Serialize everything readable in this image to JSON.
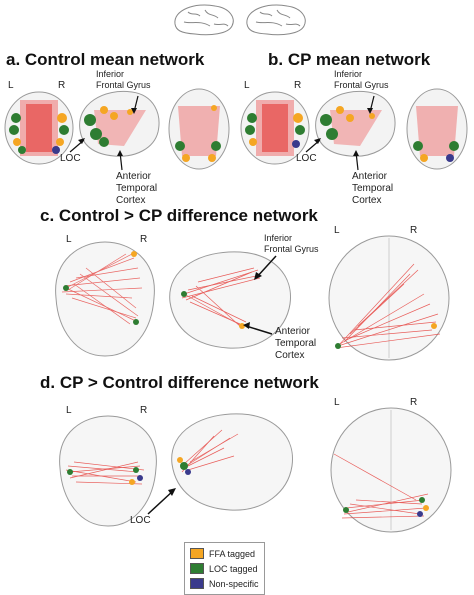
{
  "panels": {
    "a": {
      "title": "a. Control mean network",
      "left_label": "L",
      "right_label": "R",
      "annotations": {
        "ifg": "Inferior\nFrontal Gyrus",
        "loc": "LOC",
        "atc": "Anterior\nTemporal\nCortex"
      }
    },
    "b": {
      "title": "b. CP mean network",
      "left_label": "L",
      "right_label": "R",
      "annotations": {
        "ifg": "Inferior\nFrontal Gyrus",
        "loc": "LOC",
        "atc": "Anterior\nTemporal\nCortex"
      }
    },
    "c": {
      "title": "c. Control > CP difference network",
      "left_label": "L",
      "right_label": "R",
      "top_left_label": "L",
      "top_right_label": "R",
      "annotations": {
        "ifg": "Inferior\nFrontal Gyrus",
        "atc": "Anterior\nTemporal\nCortex"
      }
    },
    "d": {
      "title": "d. CP > Control difference network",
      "left_label": "L",
      "right_label": "R",
      "top_left_label": "L",
      "top_right_label": "R",
      "annotations": {
        "loc": "LOC"
      }
    }
  },
  "legend": {
    "items": [
      {
        "label": "FFA tagged",
        "color": "#f5a623"
      },
      {
        "label": "LOC tagged",
        "color": "#2e7d32"
      },
      {
        "label": "Non-specific",
        "color": "#3a3a8c"
      }
    ]
  },
  "colors": {
    "edge": "#e53935",
    "brain_outline": "#9a9a9a",
    "ffa": "#f5a623",
    "loc": "#2e7d32",
    "nonspecific": "#3a3a8c"
  },
  "icons": [
    "brain-lateral-icon",
    "brain-top-icon",
    "brain-back-icon"
  ]
}
